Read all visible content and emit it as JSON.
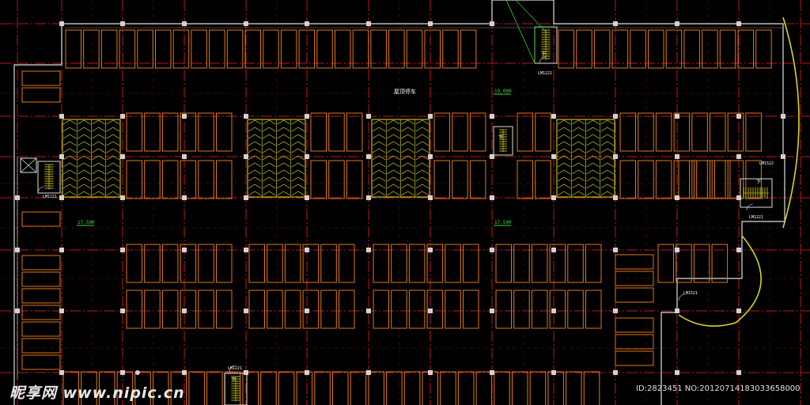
{
  "colors": {
    "background": "#000000",
    "grid": "#c0161f",
    "grid_dash": "#d01c28",
    "parking": "#e07818",
    "wall": "#dedede",
    "column": "#d2d2d2",
    "ramp": "#d8e020",
    "stair": "#e6e21c",
    "text": "#ffffff",
    "elevation": "#40d440",
    "arc": "#d6d61c",
    "watermark": "#e0e0e0"
  },
  "labels": {
    "center": "屋顶停车",
    "elev_top": "19.000",
    "elev_left": "17.500",
    "elev_mid": "17.500",
    "door_top": "LM1221",
    "door_left": "LM1221",
    "door_right_a": "LM1522",
    "door_right_b": "LM1221",
    "door_right_c": "LM1521",
    "door_bottom": "LM1221",
    "stair_mark_a": "下",
    "stair_mark_b": "下",
    "stair_mark_c": "下",
    "stair_mark_d": "下"
  },
  "watermark": {
    "logo": "昵享网 www.nipic.cn",
    "id_line": "ID:2823451 NO:20120714183033658000"
  },
  "icons": {
    "elevator": "elevator-cross-box-icon",
    "stairs": "stair-flight-icon",
    "ramp": "ramp-herringbone-icon"
  }
}
